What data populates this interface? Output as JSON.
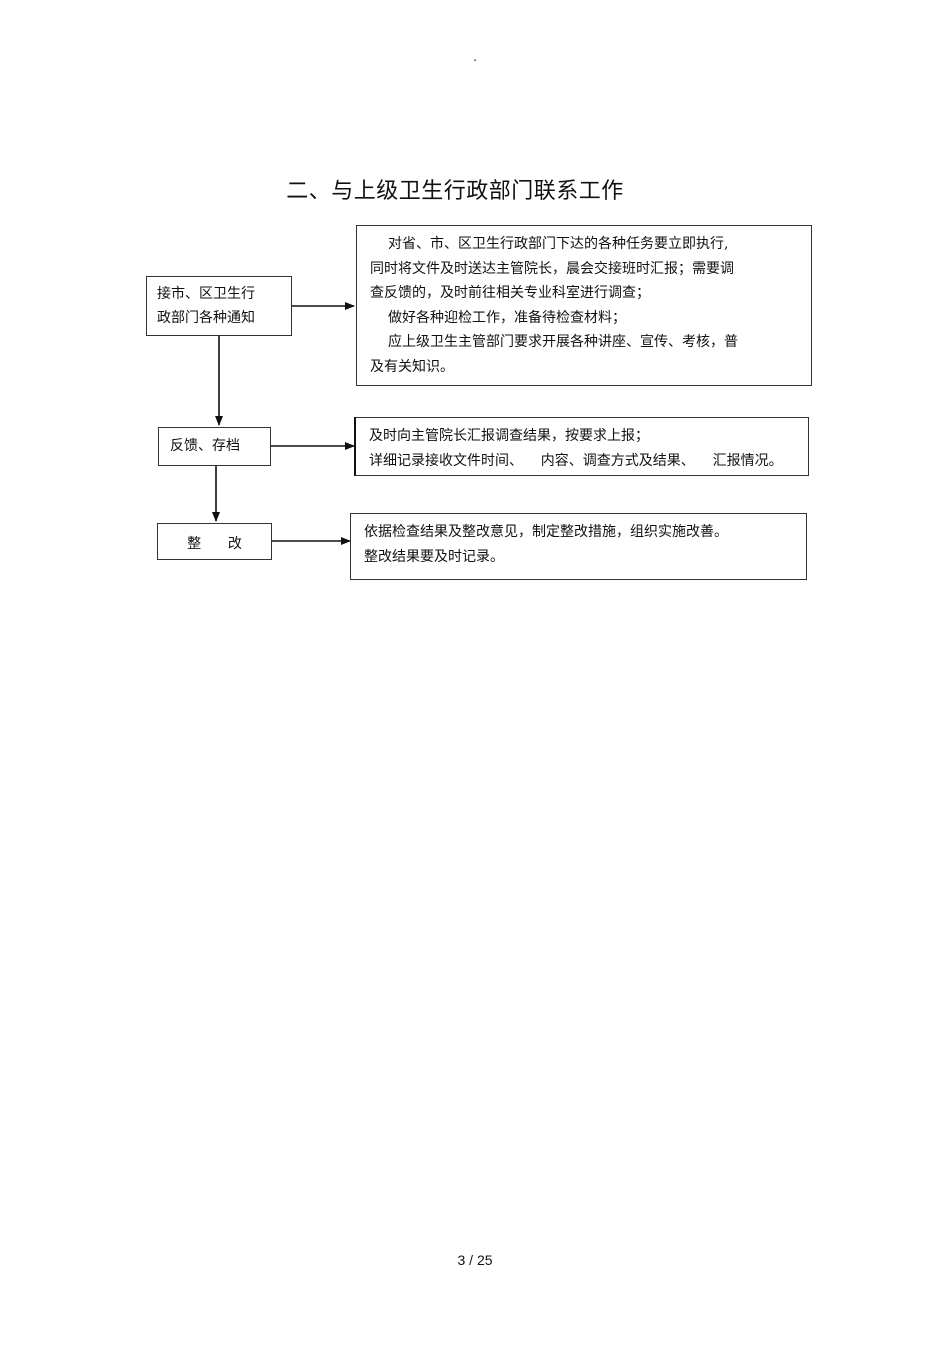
{
  "header": {
    "mark": "."
  },
  "title": "二、与上级卫生行政部门联系工作",
  "flow": {
    "steps": [
      {
        "label_lines": [
          "接市、区卫生行",
          "政部门各种通知"
        ],
        "detail_lines": [
          "对省、市、区卫生行政部门下达的各种任务要立即执行,",
          "同时将文件及时送达主管院长，晨会交接班时汇报；需要调",
          "查反馈的，及时前往相关专业科室进行调查；",
          "做好各种迎检工作，准备待检查材料；",
          "应上级卫生主管部门要求开展各种讲座、宣传、考核，普",
          "及有关知识。"
        ]
      },
      {
        "label_lines": [
          "反馈、存档"
        ],
        "detail_lines": [
          "及时向主管院长汇报调查结果，按要求上报；",
          "详细记录接收文件时间、    内容、调查方式及结果、    汇报情况。"
        ]
      },
      {
        "label_lines": [
          "整      改"
        ],
        "detail_lines": [
          "依据检查结果及整改意见，制定整改措施，组织实施改善。",
          "整改结果要及时记录。"
        ]
      }
    ]
  },
  "footer": {
    "page": "3  /  25"
  }
}
